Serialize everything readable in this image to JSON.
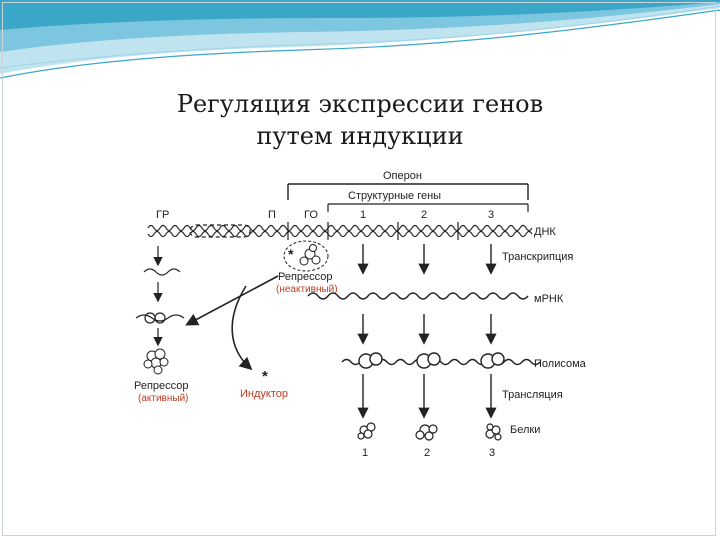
{
  "slide": {
    "title_line1": "Регуляция экспрессии генов",
    "title_line2": "путем индукции",
    "accent_color": "#3aa7c9",
    "banner_light_color": "#bfe3ef"
  },
  "diagram": {
    "operon_label": "Оперон",
    "structural_genes_label": "Структурные гены",
    "regions": [
      "ГР",
      "П",
      "ГО",
      "1",
      "2",
      "3"
    ],
    "right_labels": {
      "dna": "ДНК",
      "transcription": "Транскрипция",
      "mrna": "мРНК",
      "polysome": "Полисома",
      "translation": "Трансляция",
      "proteins": "Белки"
    },
    "protein_numbers": [
      "1",
      "2",
      "3"
    ],
    "repressor_inactive": {
      "label": "Репрессор",
      "state": "(неактивный)"
    },
    "repressor_active": {
      "label": "Репрессор",
      "state": "(активный)"
    },
    "inducer_label": "Индуктор",
    "inducer_symbol": "*",
    "repressor_symbol": "*",
    "highlight_color": "#c23b22"
  }
}
